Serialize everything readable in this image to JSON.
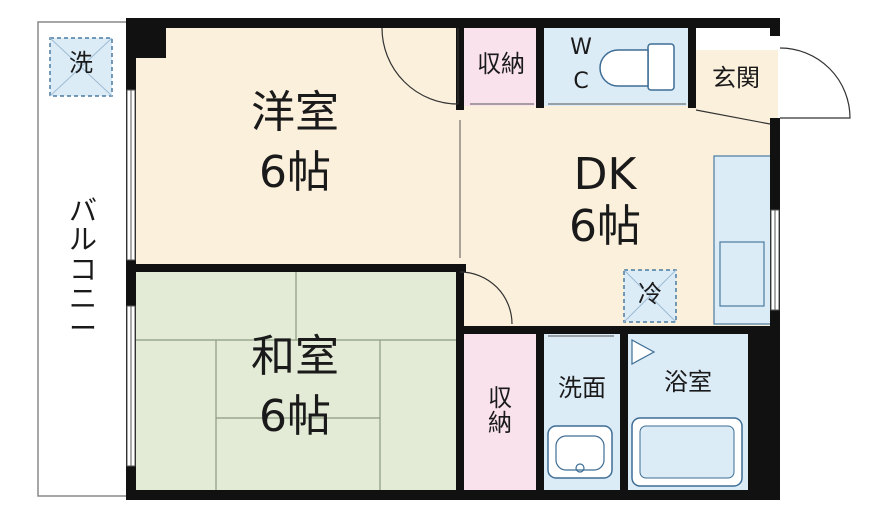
{
  "rooms": {
    "western": {
      "name": "洋室",
      "size": "6帖"
    },
    "japanese": {
      "name": "和室",
      "size": "6帖"
    },
    "dk": {
      "name": "DK",
      "size": "6帖"
    },
    "storage_top": {
      "label": "収納"
    },
    "storage_mid": {
      "label": "収\n納"
    },
    "wc": {
      "label_w": "W",
      "label_c": "C"
    },
    "entrance": {
      "label": "玄関"
    },
    "washroom": {
      "label": "洗面"
    },
    "bathroom": {
      "label": "浴室"
    },
    "balcony": {
      "label": "バ\nル\nコ\nニ\nー"
    }
  },
  "markers": {
    "washer": "洗",
    "fridge": "冷"
  },
  "colors": {
    "western_floor": "#fbf0dc",
    "japanese_floor": "#e3ebd6",
    "storage": "#f9e2ec",
    "wet_area": "#dcecf7",
    "wall": "#111111"
  }
}
